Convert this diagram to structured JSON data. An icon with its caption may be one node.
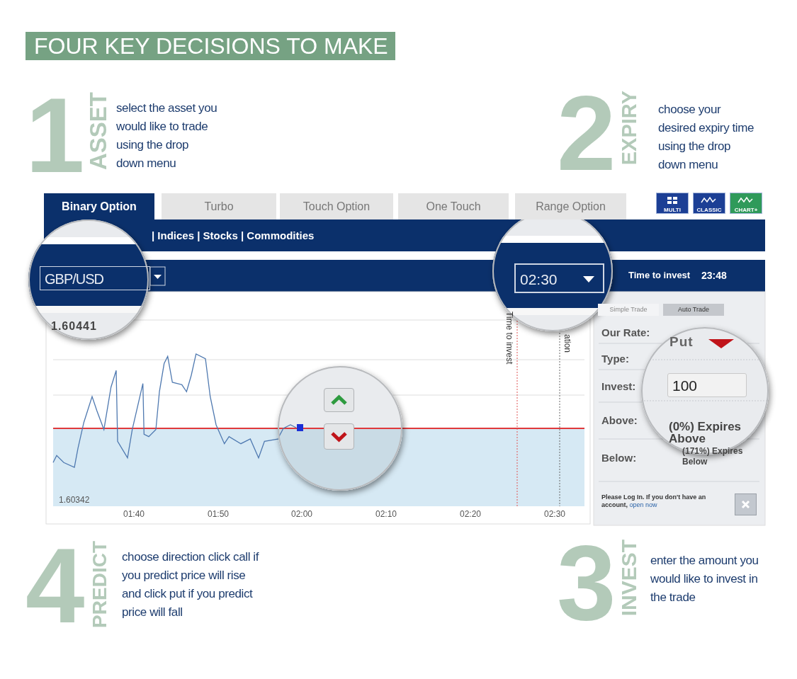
{
  "diagram": {
    "title": "FOUR KEY DECISIONS TO MAKE",
    "labels": [
      "1",
      "ASSET",
      "select the asset you would like to trade using the drop down menu",
      "2",
      "EXPIRY",
      "choose your desired expiry time using the drop down menu",
      "Binary Option",
      "Turbo",
      "Touch Option",
      "One Touch",
      "Range Option",
      "MULTI",
      "CLASSIC",
      "CHART+",
      "| Indices | Stocks | Commodities",
      "GBP/USD",
      "02:30",
      "Time to invest",
      "23:48",
      "Simple Trade",
      "Auto Trade",
      "1.60441",
      "Time to invest",
      "ation",
      "Our Rate:",
      "Put",
      "Type:",
      "Invest:",
      "100",
      "Above:",
      "(0%) Expires Above",
      "Below:",
      "(171%) Expires Below",
      "Please Log In. If you don't have an account,",
      "open now",
      "1.60342",
      "01:40",
      "01:50",
      "02:00",
      "02:10",
      "02:20",
      "02:30",
      "4",
      "PREDICT",
      "choose direction click call if you predict price will rise and click put if you predict price will fall",
      "3",
      "INVEST",
      "enter the amount you would like to invest in the trade"
    ]
  }
}
